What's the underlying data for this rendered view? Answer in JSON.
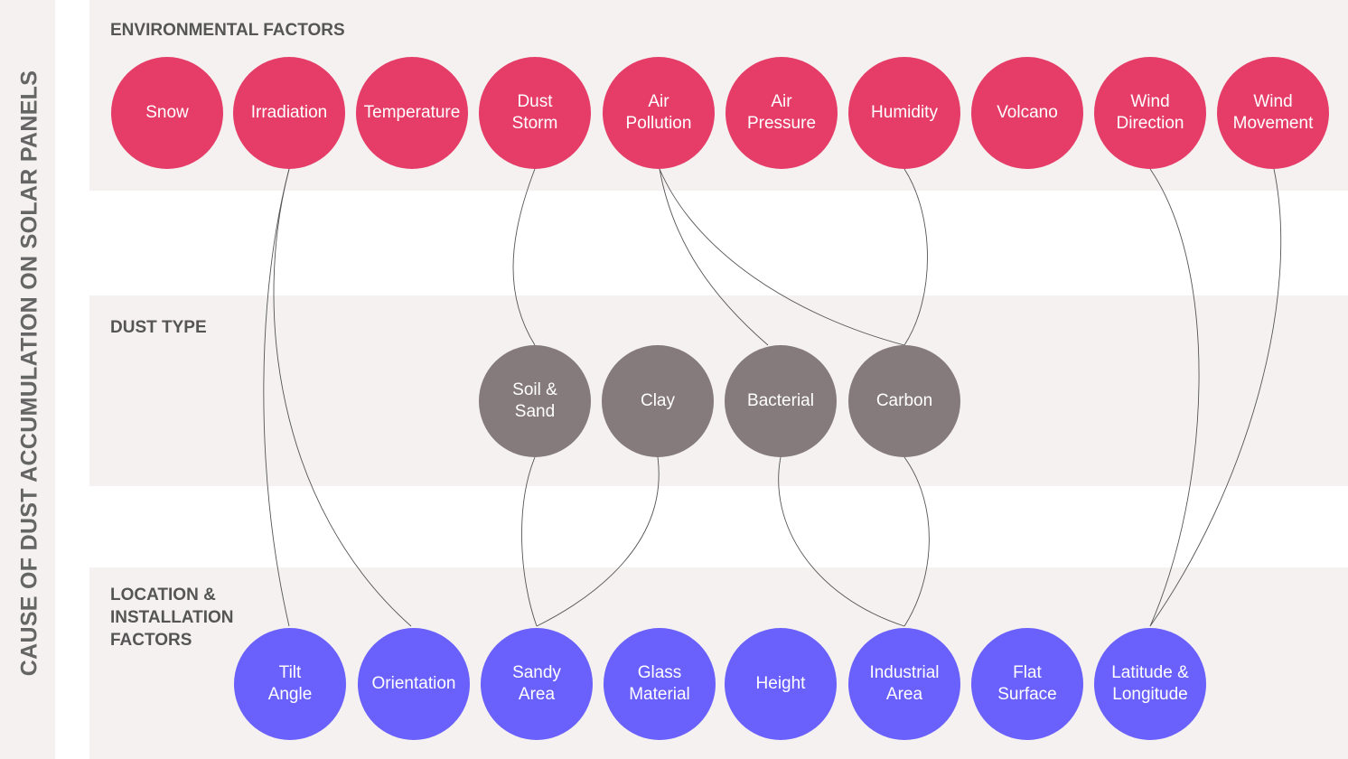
{
  "title": "CAUSE OF DUST ACCUMULATION ON SOLAR PANELS",
  "sections": {
    "environmental": "ENVIRONMENTAL FACTORS",
    "dust_type": "DUST TYPE",
    "location": "LOCATION &\nINSTALLATION\nFACTORS"
  },
  "colors": {
    "environmental": "#e53d68",
    "dust_type": "#857a7c",
    "location": "#6a60fb",
    "band": "#f4f1f0",
    "link": "#555555"
  },
  "nodes": {
    "environmental": [
      "Snow",
      "Irradiation",
      "Temperature",
      "Dust\nStorm",
      "Air\nPollution",
      "Air\nPressure",
      "Humidity",
      "Volcano",
      "Wind\nDirection",
      "Wind\nMovement"
    ],
    "dust_type": [
      "Soil &\nSand",
      "Clay",
      "Bacterial",
      "Carbon"
    ],
    "location": [
      "Tilt\nAngle",
      "Orientation",
      "Sandy\nArea",
      "Glass\nMaterial",
      "Height",
      "Industrial\nArea",
      "Flat\nSurface",
      "Latitude &\nLongitude"
    ]
  },
  "links": [
    {
      "from": "Irradiation",
      "to": "Tilt Angle"
    },
    {
      "from": "Irradiation",
      "to": "Orientation"
    },
    {
      "from": "Dust Storm",
      "to": "Soil & Sand"
    },
    {
      "from": "Air Pollution",
      "to": "Bacterial"
    },
    {
      "from": "Air Pollution",
      "to": "Carbon"
    },
    {
      "from": "Humidity",
      "to": "Carbon"
    },
    {
      "from": "Wind Direction",
      "to": "Latitude & Longitude"
    },
    {
      "from": "Wind Movement",
      "to": "Latitude & Longitude"
    },
    {
      "from": "Soil & Sand",
      "to": "Sandy Area"
    },
    {
      "from": "Clay",
      "to": "Sandy Area"
    },
    {
      "from": "Bacterial",
      "to": "Industrial Area"
    },
    {
      "from": "Carbon",
      "to": "Industrial Area"
    }
  ]
}
